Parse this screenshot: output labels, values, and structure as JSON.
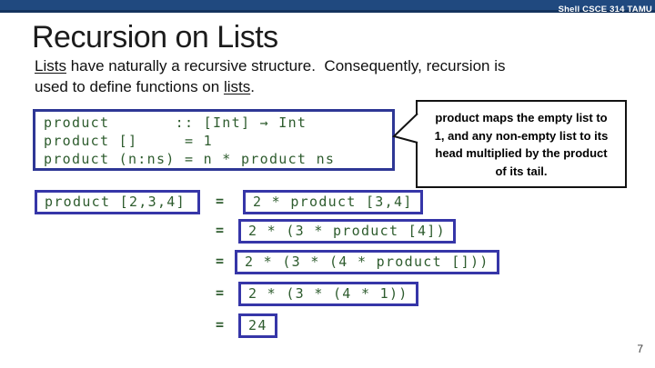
{
  "header": {
    "label": "Shell CSCE 314 TAMU"
  },
  "title": "Recursion on Lists",
  "intro": {
    "line1_underlined": "Lists",
    "line1_rest": " have naturally a recursive structure.  Consequently, recursion is",
    "line2_start": "used to define functions on ",
    "line2_underlined": "lists",
    "line2_end": "."
  },
  "code_box": {
    "lines": [
      "product       :: [Int] → Int",
      "product []     = 1",
      "product (n:ns) = n * product ns"
    ]
  },
  "callout": {
    "lines": [
      "product maps the empty list to",
      "1, and any non-empty list to its",
      "head multiplied by the product",
      "of its tail."
    ]
  },
  "evaluation": {
    "equals": "=",
    "start": "product [2,3,4]",
    "steps": [
      "2 * product [3,4]",
      "2 * (3 * product [4])",
      "2 * (3 * (4 * product []))",
      "2 * (3 * (4 * 1))",
      "24"
    ]
  },
  "page_number": "7",
  "colors": {
    "header_bar": "#20497f",
    "header_bar_edge": "#15345e",
    "code_text": "#2e5c2e",
    "code_box_border": "#2e3795",
    "step_box_border": "#3636a8",
    "callout_border": "#121212"
  }
}
